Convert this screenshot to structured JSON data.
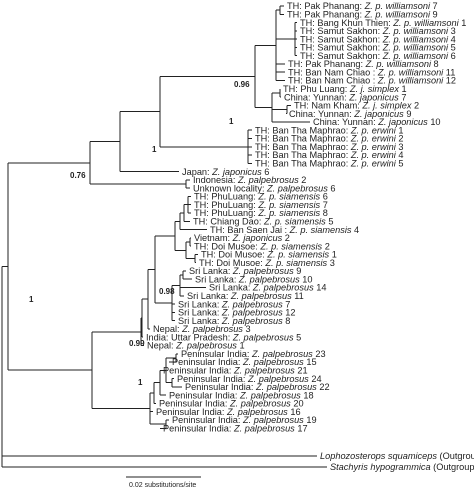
{
  "tree": {
    "tips": [
      {
        "id": "t1",
        "prefix": "TH: Pak Phanang: ",
        "sp": "Z. p. williamsoni",
        "num": " 7"
      },
      {
        "id": "t2",
        "prefix": "TH: Pak Phanang: ",
        "sp": "Z. p. williamsoni",
        "num": " 9"
      },
      {
        "id": "t3",
        "prefix": "TH: Bang Khun Thien: ",
        "sp": "Z. p. williamsoni",
        "num": " 1"
      },
      {
        "id": "t4",
        "prefix": "TH: Samut Sakhon: ",
        "sp": "Z. p. williamsoni",
        "num": " 3"
      },
      {
        "id": "t5",
        "prefix": "TH: Samut Sakhon: ",
        "sp": "Z. p. williamsoni",
        "num": " 4"
      },
      {
        "id": "t6",
        "prefix": "TH: Samut Sakhon: ",
        "sp": "Z. p. williamsoni",
        "num": " 5"
      },
      {
        "id": "t7",
        "prefix": "TH: Samut Sakhon: ",
        "sp": "Z. p. williamsoni",
        "num": " 6"
      },
      {
        "id": "t8",
        "prefix": "TH: Pak Phanang: ",
        "sp": "Z. p. williamsoni",
        "num": " 8"
      },
      {
        "id": "t9",
        "prefix": "TH: Ban Nam Chiao : ",
        "sp": "Z. p. williamsoni",
        "num": " 11"
      },
      {
        "id": "t10",
        "prefix": "TH: Ban Nam Chiao : ",
        "sp": "Z. p. williamsoni",
        "num": " 12"
      },
      {
        "id": "t11",
        "prefix": "TH: Phu Luang: ",
        "sp": "Z. j. simplex",
        "num": " 1"
      },
      {
        "id": "t12",
        "prefix": "China: Yunnan: ",
        "sp": "Z. japonicus",
        "num": " 7"
      },
      {
        "id": "t13",
        "prefix": "TH: Nam Kham: ",
        "sp": "Z. j. simplex",
        "num": " 2"
      },
      {
        "id": "t14",
        "prefix": "China: Yunnan: ",
        "sp": "Z. japonicus",
        "num": " 9"
      },
      {
        "id": "t15",
        "prefix": "China: Yunnan: ",
        "sp": "Z. japonicus",
        "num": " 10"
      },
      {
        "id": "t16",
        "prefix": "TH: Ban Tha Maphrao: ",
        "sp": "Z. p. erwini",
        "num": " 1"
      },
      {
        "id": "t17",
        "prefix": "TH: Ban Tha Maphrao: ",
        "sp": "Z. p. erwini",
        "num": " 2"
      },
      {
        "id": "t18",
        "prefix": "TH: Ban Tha Maphrao: ",
        "sp": "Z. p. erwini",
        "num": " 3"
      },
      {
        "id": "t19",
        "prefix": "TH: Ban Tha Maphrao: ",
        "sp": "Z. p. erwini",
        "num": " 4"
      },
      {
        "id": "t20",
        "prefix": "TH: Ban Tha Maphrao: ",
        "sp": "Z. p. erwini",
        "num": " 5"
      },
      {
        "id": "t21",
        "prefix": "Japan: ",
        "sp": "Z. japonicus",
        "num": " 6"
      },
      {
        "id": "t22",
        "prefix": "Indonesia: ",
        "sp": "Z. palpebrosus",
        "num": " 2"
      },
      {
        "id": "t23",
        "prefix": "Unknown locality: ",
        "sp": "Z. palpebrosus",
        "num": " 6"
      },
      {
        "id": "t24",
        "prefix": "TH: PhuLuang: ",
        "sp": "Z. p. siamensis",
        "num": " 6"
      },
      {
        "id": "t25",
        "prefix": "TH: PhuLuang: ",
        "sp": "Z. p. siamensis",
        "num": " 7"
      },
      {
        "id": "t26",
        "prefix": "TH: PhuLuang: ",
        "sp": "Z. p. siamensis",
        "num": " 8"
      },
      {
        "id": "t27",
        "prefix": "TH: Chiang Dao: ",
        "sp": "Z. p. siamensis",
        "num": " 5"
      },
      {
        "id": "t28",
        "prefix": "TH: Ban Saen Jai : ",
        "sp": "Z. p. siamensis",
        "num": " 4"
      },
      {
        "id": "t29",
        "prefix": "Vietnam: ",
        "sp": "Z. japonicus",
        "num": " 2"
      },
      {
        "id": "t30",
        "prefix": "TH: Doi Musoe: ",
        "sp": "Z. p. siamensis",
        "num": " 2"
      },
      {
        "id": "t31",
        "prefix": "TH: Doi Musoe: ",
        "sp": "Z. p. siamensis",
        "num": " 1"
      },
      {
        "id": "t32",
        "prefix": "TH: Doi Musoe: ",
        "sp": "Z. p. siamensis",
        "num": " 3"
      },
      {
        "id": "t33",
        "prefix": "Sri Lanka: ",
        "sp": "Z. palpebrosus",
        "num": " 9"
      },
      {
        "id": "t34",
        "prefix": "Sri Lanka: ",
        "sp": "Z. palpebrosus",
        "num": " 10"
      },
      {
        "id": "t35",
        "prefix": "Sri Lanka: ",
        "sp": "Z. palpebrosus",
        "num": " 14"
      },
      {
        "id": "t36",
        "prefix": "Sri Lanka: ",
        "sp": "Z. palpebrosus",
        "num": " 11"
      },
      {
        "id": "t37",
        "prefix": "Sri Lanka: ",
        "sp": "Z. palpebrosus",
        "num": " 7"
      },
      {
        "id": "t38",
        "prefix": "Sri Lanka: ",
        "sp": "Z. palpebrosus",
        "num": " 12"
      },
      {
        "id": "t39",
        "prefix": "Sri Lanka: ",
        "sp": "Z. palpebrosus",
        "num": " 8"
      },
      {
        "id": "t40",
        "prefix": "Nepal: ",
        "sp": "Z. palpebrosus",
        "num": " 3"
      },
      {
        "id": "t41",
        "prefix": "India: Uttar Pradesh: ",
        "sp": "Z. palpebrosus",
        "num": " 5"
      },
      {
        "id": "t42",
        "prefix": "Nepal: ",
        "sp": "Z. palpebrosus",
        "num": " 1"
      },
      {
        "id": "t43",
        "prefix": "Peninsular India: ",
        "sp": "Z. palpebrosus",
        "num": " 23"
      },
      {
        "id": "t44",
        "prefix": "Peninsular India: ",
        "sp": "Z. palpebrosus",
        "num": " 15"
      },
      {
        "id": "t45",
        "prefix": "Peninsular India: ",
        "sp": "Z. palpebrosus",
        "num": " 21"
      },
      {
        "id": "t46",
        "prefix": "Peninsular India: ",
        "sp": "Z. palpebrosus",
        "num": " 24"
      },
      {
        "id": "t47",
        "prefix": "Peninsular India: ",
        "sp": "Z. palpebrosus",
        "num": " 22"
      },
      {
        "id": "t48",
        "prefix": "Peninsular India: ",
        "sp": "Z. palpebrosus",
        "num": " 18"
      },
      {
        "id": "t49",
        "prefix": "Peninsular India: ",
        "sp": "Z. palpebrosus",
        "num": " 20"
      },
      {
        "id": "t50",
        "prefix": "Peninsular India: ",
        "sp": "Z. palpebrosus",
        "num": " 16"
      },
      {
        "id": "t51",
        "prefix": "Peninsular India: ",
        "sp": "Z. palpebrosus",
        "num": " 19"
      },
      {
        "id": "t52",
        "prefix": "Peninsular India: ",
        "sp": "Z. palpebrosus",
        "num": " 17"
      },
      {
        "id": "t53",
        "prefix": "",
        "sp": "Lophozosterops squamiceps",
        "num": " (Outgroup)"
      },
      {
        "id": "t54",
        "prefix": "",
        "sp": "Stachyris hypogrammica",
        "num": " (Outgroup)"
      }
    ],
    "supports": {
      "s096": "0.96",
      "s1a": "1",
      "s1b": "1",
      "s076": "0.76",
      "s098": "0.98",
      "s099": "0.99",
      "s1c": "1",
      "s1d": "1"
    },
    "scale_label": "0.02 substitutions/site"
  }
}
